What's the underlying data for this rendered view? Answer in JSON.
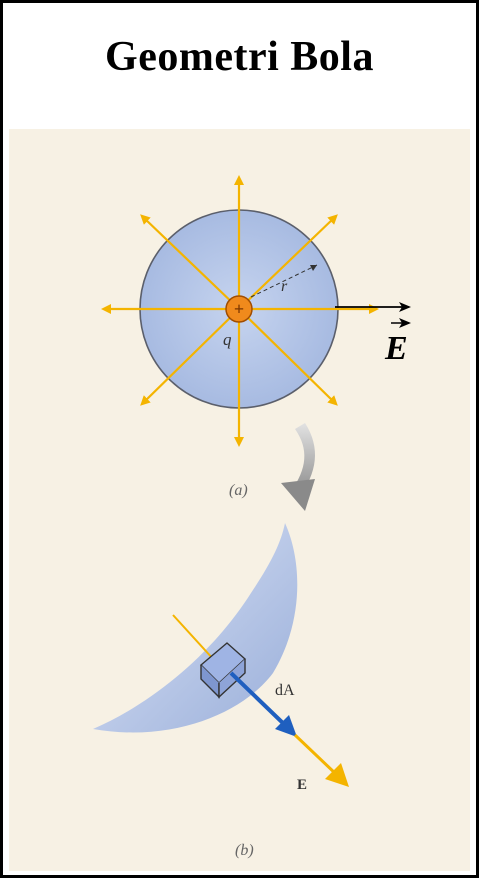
{
  "title": "Geometri Bola",
  "figure_a": {
    "charge_sign": "+",
    "charge_label": "q",
    "radius_label": "r",
    "field_label": "E",
    "caption": "(a)"
  },
  "figure_b": {
    "area_label": "dA",
    "field_label": "E",
    "caption": "(b)"
  },
  "colors": {
    "sphere_fill": "#a9bde3",
    "field_lines": "#f4b400",
    "area_vector": "#1f5fbf",
    "charge": "#f08a1c"
  }
}
